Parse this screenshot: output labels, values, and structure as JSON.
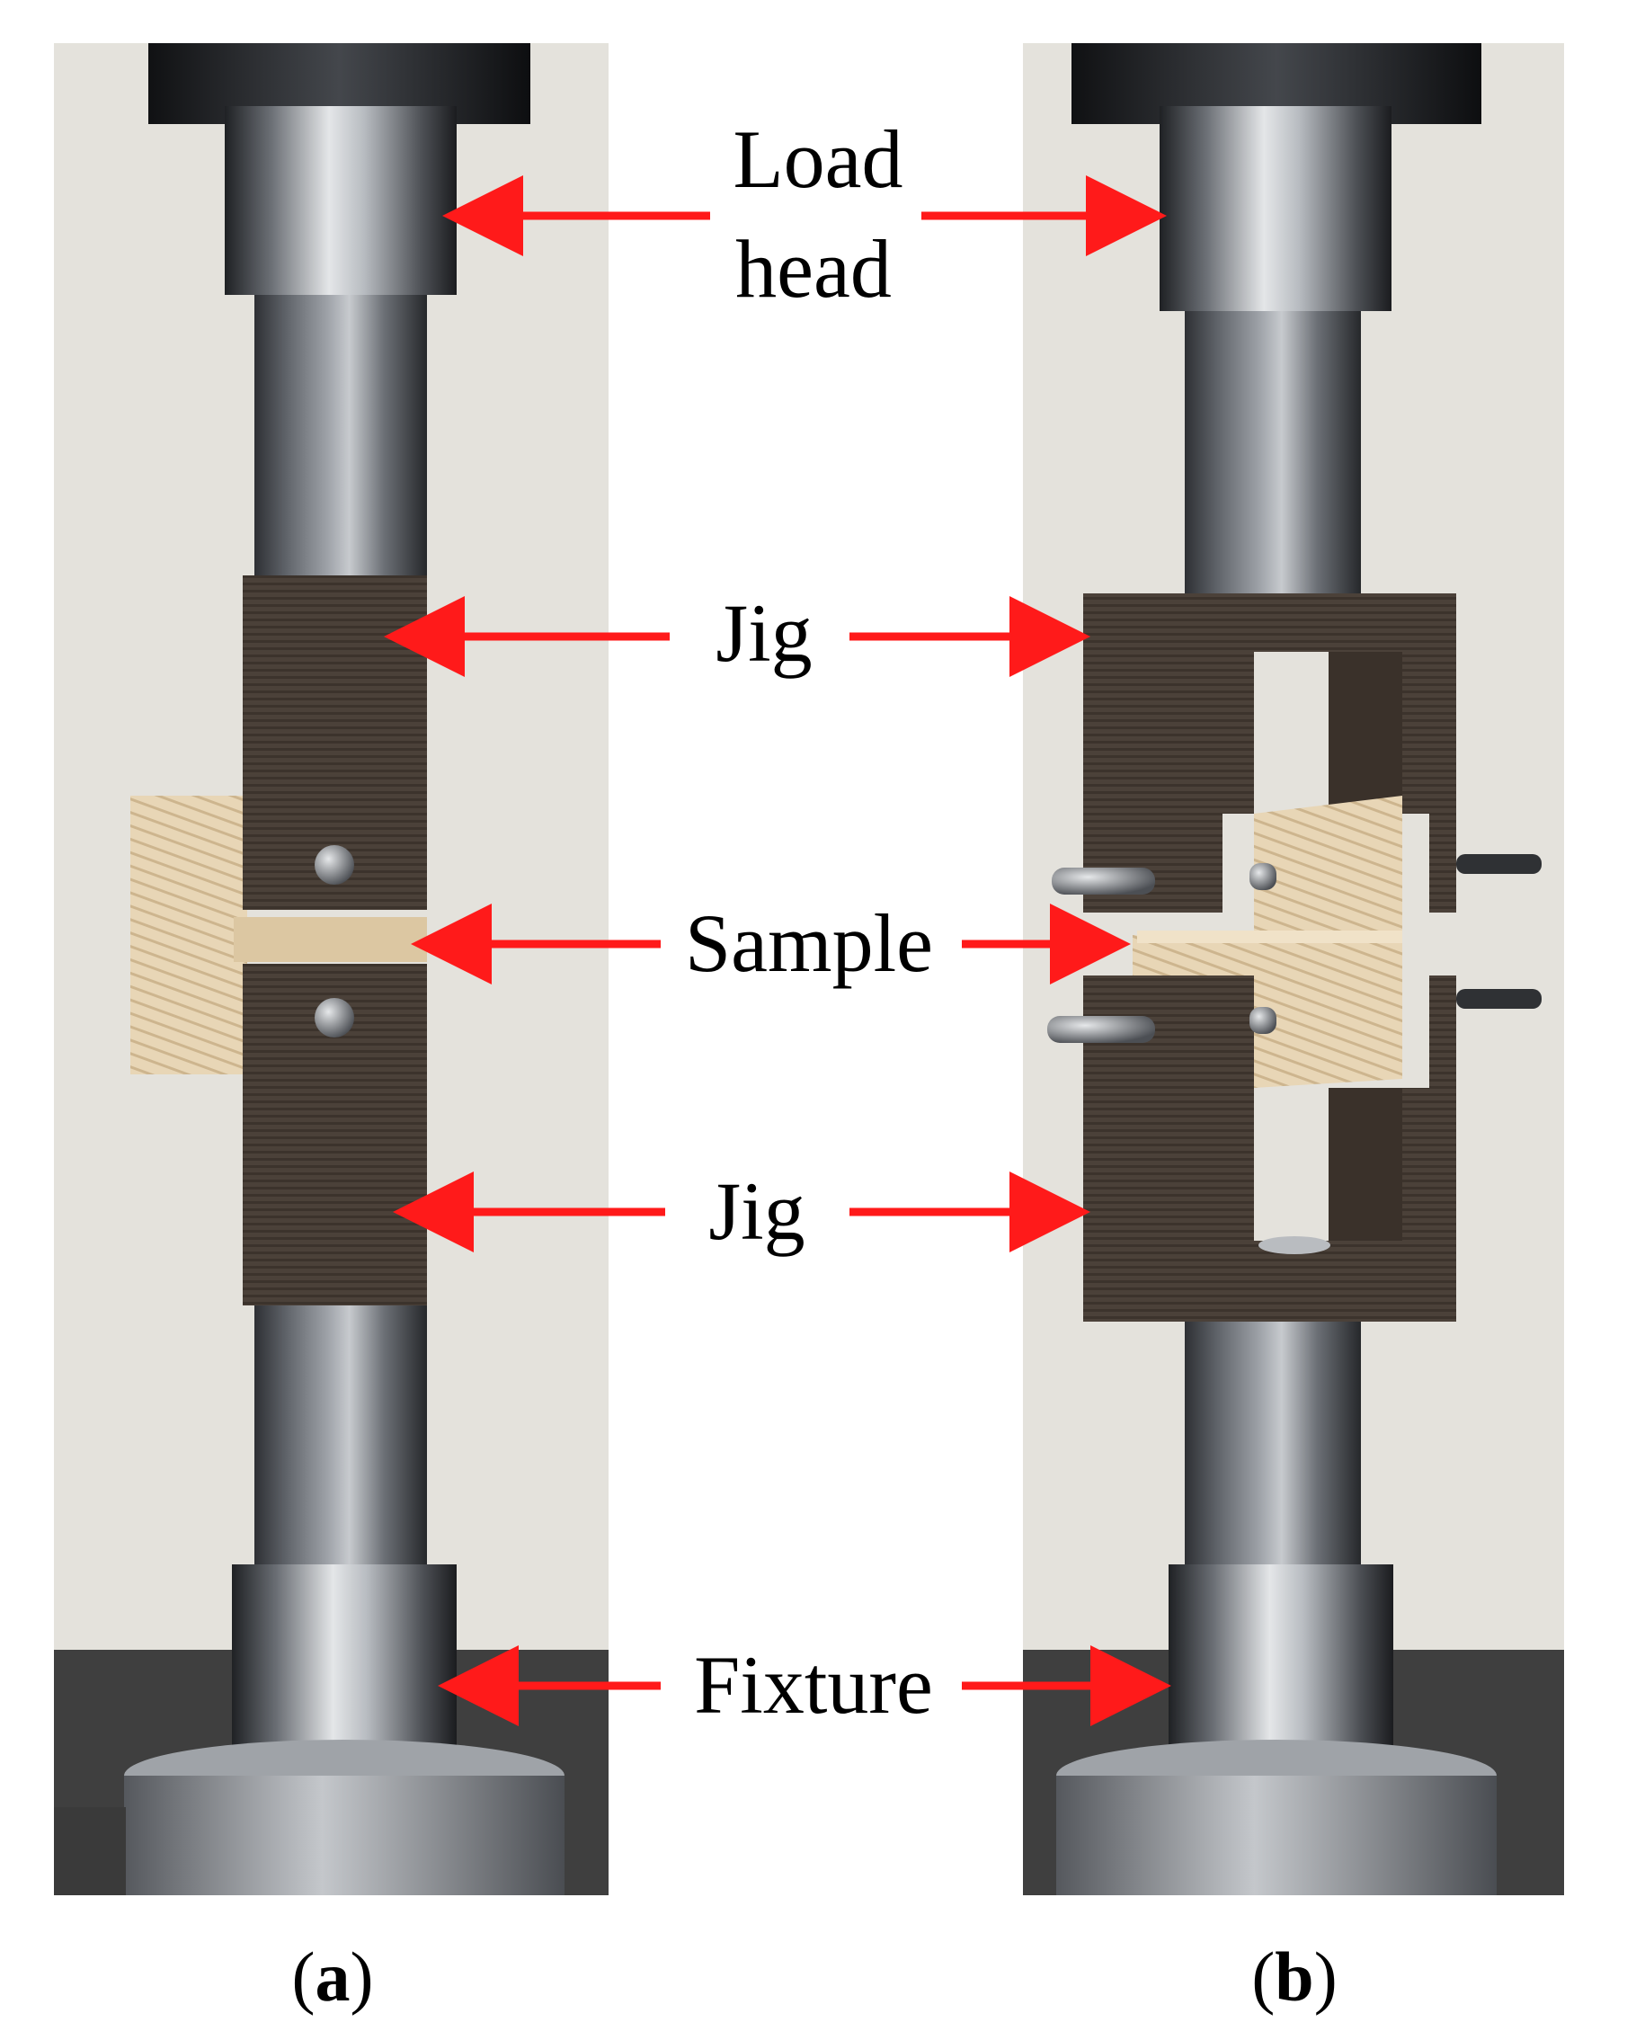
{
  "labels": {
    "load_head_line1": "Load",
    "load_head_line2": "head",
    "jig_top": "Jig",
    "sample": "Sample",
    "jig_bottom": "Jig",
    "fixture": "Fixture"
  },
  "captions": {
    "a_open": "(",
    "a_letter": "a",
    "a_close": ")",
    "b_open": "(",
    "b_letter": "b",
    "b_close": ")"
  },
  "colors": {
    "arrow": "#ff1a1a",
    "wall": "#e4e2dc",
    "steel_dark": "#3a3c40",
    "steel_mid": "#7c8086",
    "steel_light": "#c9ccd0",
    "jig": "#4a4038",
    "wood": "#e6d2b0",
    "bench": "#3e3e3e"
  }
}
